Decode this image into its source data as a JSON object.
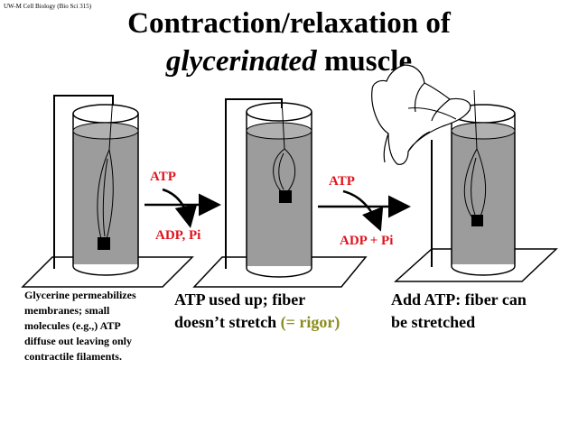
{
  "header_note": "UW-M Cell Biology (Bio Sci 315)",
  "title": {
    "line1": "Contraction/relaxation of",
    "line2_italic": "glycerinated",
    "line2_rest": " muscle"
  },
  "arrow1": {
    "top": "ATP",
    "bottom": "ADP, Pi"
  },
  "arrow2": {
    "top": "ATP",
    "bottom": "ADP + Pi"
  },
  "captions": {
    "panel1": [
      "Glycerine permeabilizes",
      "membranes; small",
      "molecules (e.g.,) ATP",
      "diffuse out leaving only",
      "contractile filaments."
    ],
    "panel2_line1": "ATP used up; fiber",
    "panel2_line2": "doesn’t stretch ",
    "panel2_rigor": "(= rigor)",
    "panel3": [
      "Add ATP: fiber can",
      "be stretched"
    ]
  },
  "colors": {
    "red_label": "#e0141e",
    "rigor": "#8c8c1e",
    "liquid": "#9c9c9c"
  }
}
